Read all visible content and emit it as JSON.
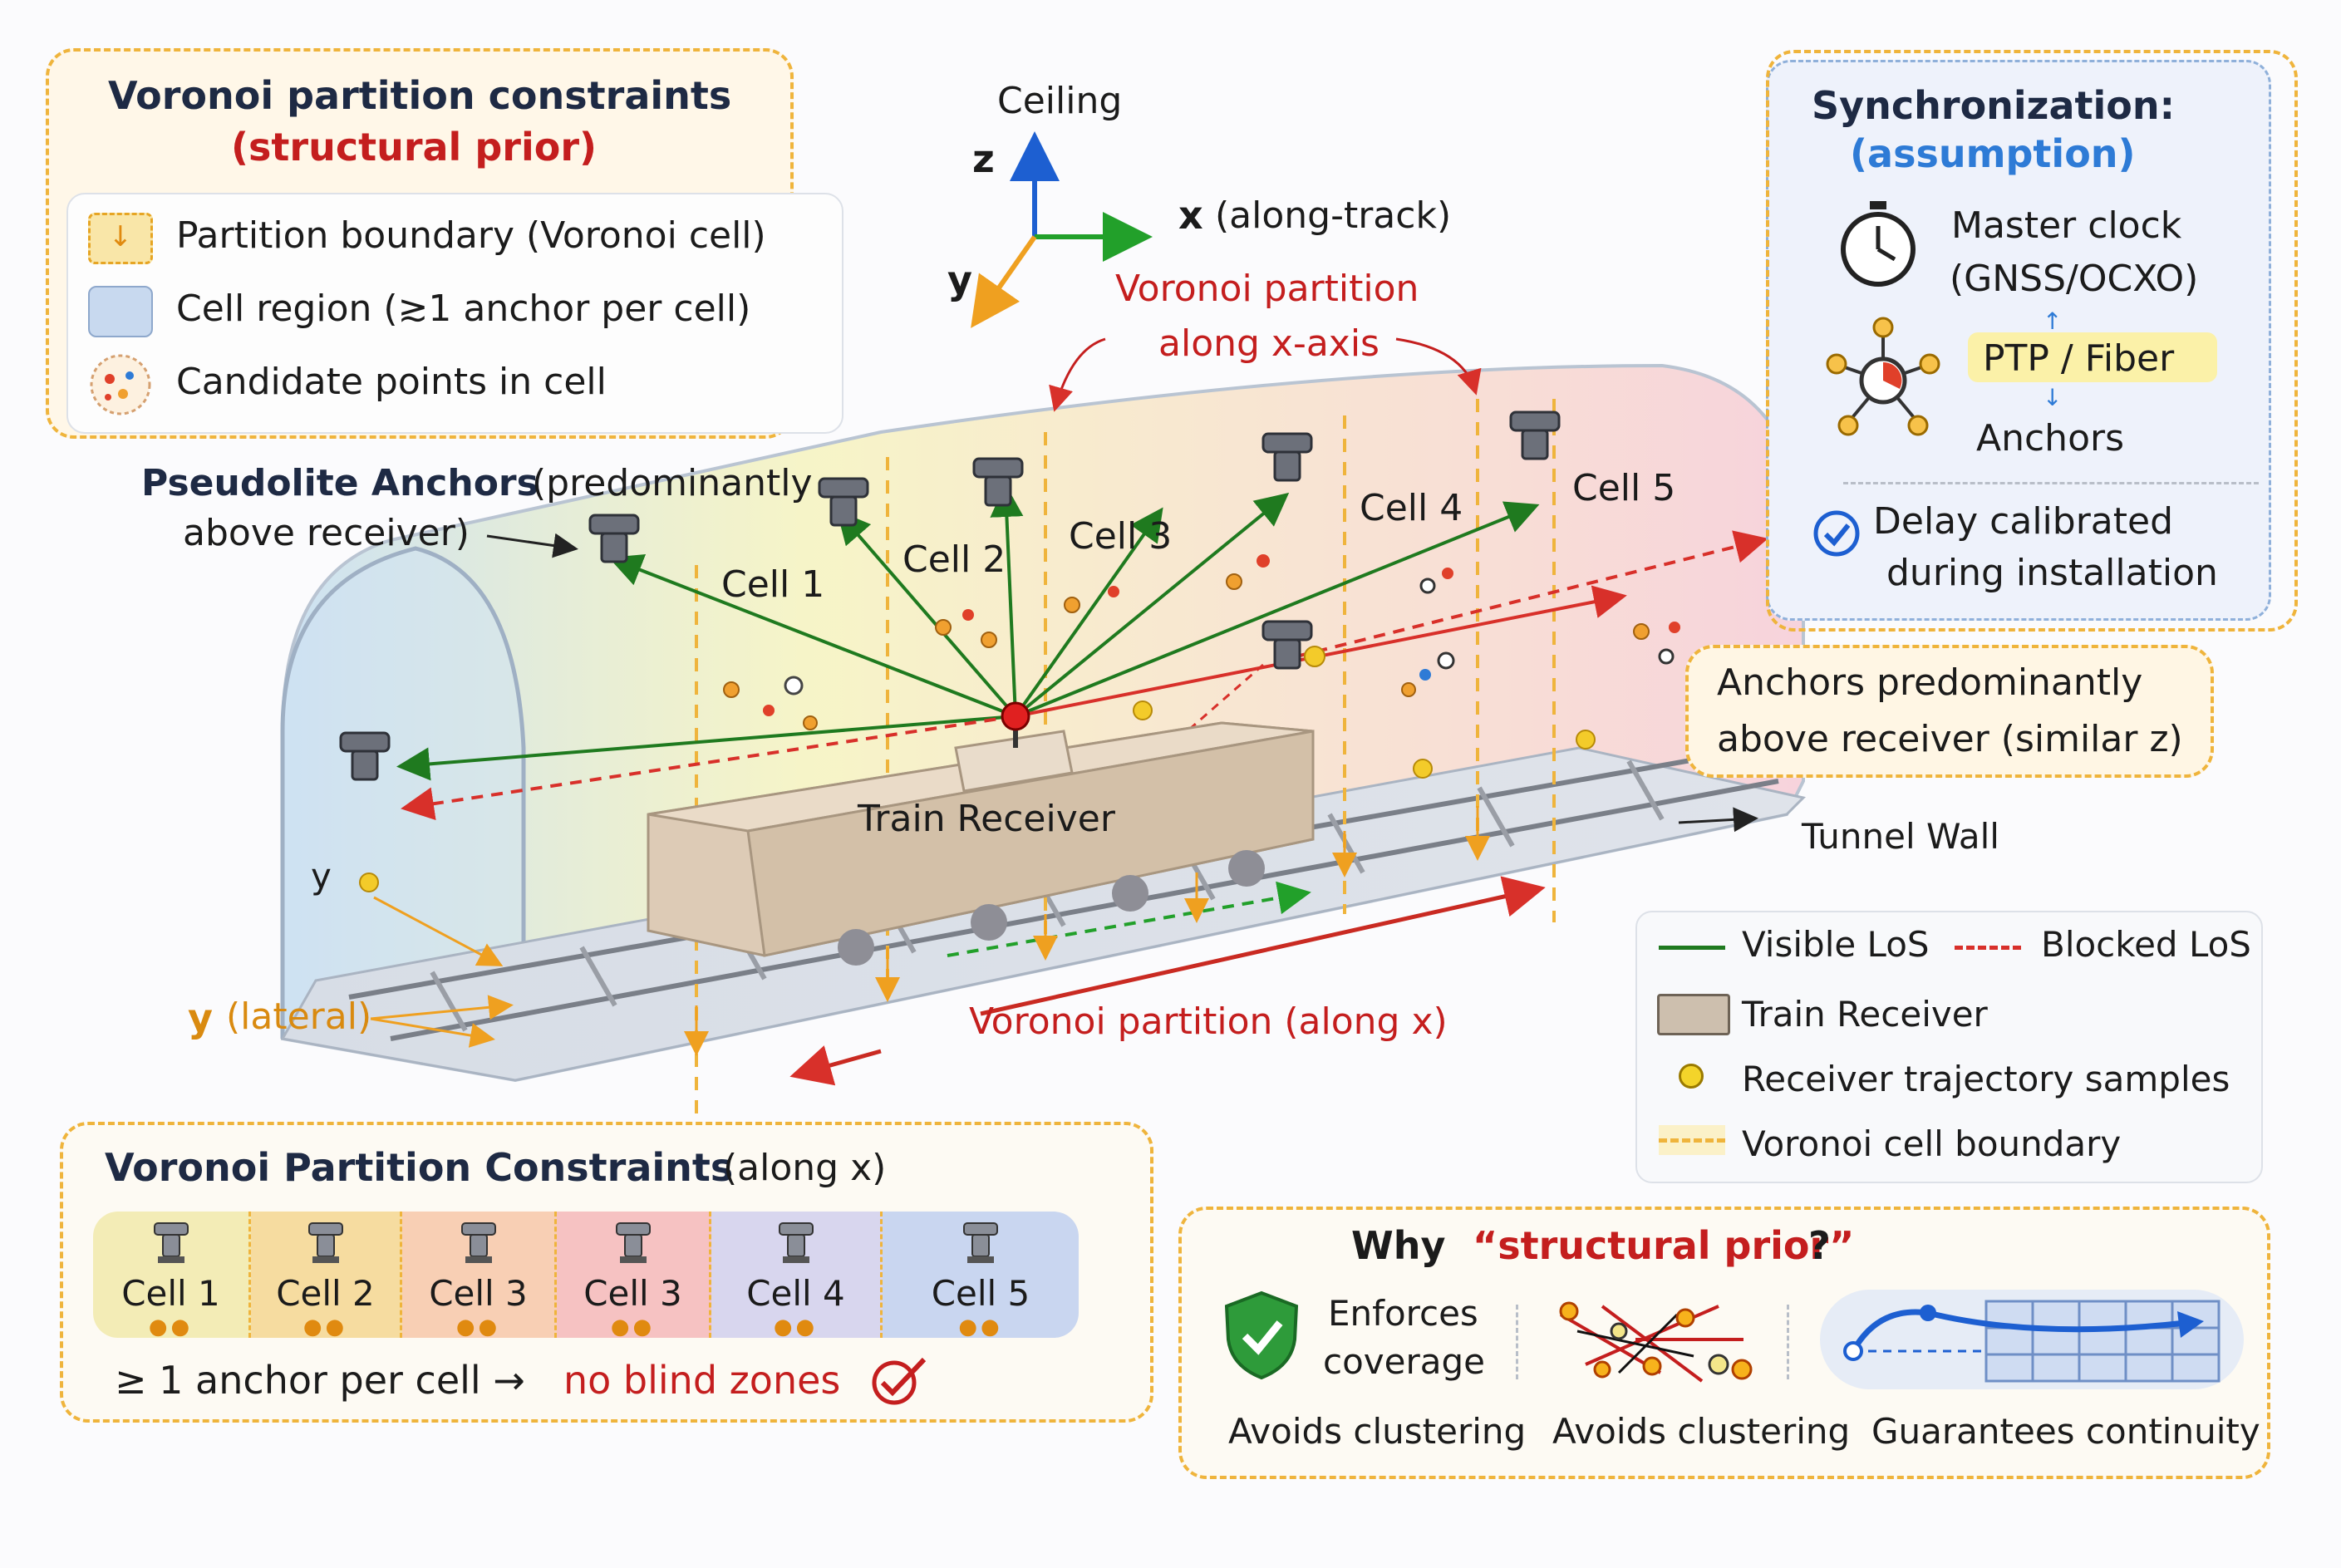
{
  "structural_prior_panel": {
    "title": "Voronoi partition constraints",
    "subtitle": "(structural prior)",
    "legend": [
      {
        "label": "Partition boundary (Voronoi cell)",
        "icon": "partition-boundary-icon"
      },
      {
        "label": "Cell region (≳1 anchor per cell)",
        "icon": "cell-region-icon"
      },
      {
        "label": "Candidate points in cell",
        "icon": "candidate-points-icon"
      }
    ]
  },
  "axes": {
    "ceiling": "Ceiling",
    "z": "z",
    "x": "x",
    "x_note": "(along-track)",
    "y": "y"
  },
  "voronoi_top": {
    "line1": "Voronoi partition",
    "line2": "along x-axis"
  },
  "sync_panel": {
    "title": "Synchronization:",
    "subtitle": "(assumption)",
    "master_clock_line1": "Master clock",
    "master_clock_line2": "(GNSS/OCXO)",
    "ptp": "PTP / Fiber",
    "anchors": "Anchors",
    "delay_line1": "Delay calibrated",
    "delay_line2": "during installation"
  },
  "tunnel": {
    "pseudolite_bold": "Pseudolite Anchors",
    "pseudolite_rest": "(predominantly",
    "pseudolite_line2": "above receiver)",
    "cells": [
      "Cell 1",
      "Cell 2",
      "Cell 3",
      "Cell 4",
      "Cell 5"
    ],
    "train_receiver": "Train Receiver",
    "tunnel_wall": "Tunnel Wall",
    "y_label": "y",
    "y_lateral_bold": "y",
    "y_lateral_rest": "(lateral)",
    "voronoi_bottom": "Voronoi partition (along x)"
  },
  "anchors_callout": {
    "line1": "Anchors predominantly",
    "line2": "above receiver (similar z)"
  },
  "legend": {
    "visible_los": "Visible LoS",
    "blocked_los": "Blocked LoS",
    "train_receiver": "Train Receiver",
    "trajectory": "Receiver trajectory samples",
    "cell_boundary": "Voronoi cell boundary"
  },
  "constraints_panel": {
    "title_bold": "Voronoi Partition Constraints",
    "title_rest": "(along x)",
    "cells": [
      "Cell 1",
      "Cell 2",
      "Cell 3",
      "Cell 3",
      "Cell 4",
      "Cell 5"
    ],
    "cell_colors": [
      "#f3ecb6",
      "#f6dca0",
      "#f8cfb4",
      "#f6c2c2",
      "#d8d6ee",
      "#c9d6f0"
    ],
    "footer_black": "≥ 1 anchor per cell →",
    "footer_red": "no blind zones"
  },
  "why_panel": {
    "title_black": "Why",
    "title_red": "“structural prior”",
    "title_end": "?",
    "enforces_line1": "Enforces",
    "enforces_line2": "coverage",
    "caption1": "Avoids clustering",
    "caption2": "Avoids clustering",
    "caption3": "Guarantees continuity"
  },
  "colors": {
    "accent_red": "#c41e1e",
    "accent_blue": "#2e7bd6",
    "dash_orange": "#efb43c",
    "los_green": "#1f7a1f",
    "blocked_red": "#d8302a"
  }
}
